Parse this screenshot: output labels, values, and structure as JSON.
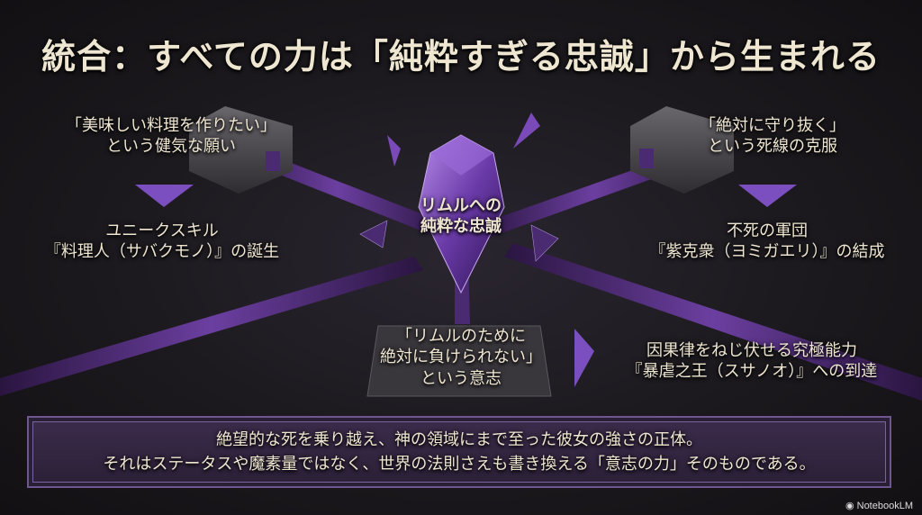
{
  "title": "統合：すべての力は「純粋すぎる忠誠」から生まれる",
  "center": {
    "line1": "リムルへの",
    "line2": "純粋な忠誠"
  },
  "left": {
    "cause_line1": "「美味しい料理を作りたい」",
    "cause_line2": "という健気な願い",
    "result_line1": "ユニークスキル",
    "result_line2": "『料理人（サバクモノ）』の誕生"
  },
  "right": {
    "cause_line1": "「絶対に守り抜く」",
    "cause_line2": "という死線の克服",
    "result_line1": "不死の軍団",
    "result_line2": "『紫克衆（ヨミガエリ）』の結成"
  },
  "bottom": {
    "cause_line1": "「リムルのために",
    "cause_line2": "絶対に負けられない」",
    "cause_line3": "という意志",
    "result_line1": "因果律をねじ伏せる究極能力",
    "result_line2": "『暴虐之王（スサノオ）』への到達"
  },
  "summary": {
    "line1": "絶望的な死を乗り越え、神の領域にまで至った彼女の強さの正体。",
    "line2": "それはステータスや魔素量ではなく、世界の法則さえも書き換える「意志の力」そのものである。"
  },
  "badge": "NotebookLM",
  "colors": {
    "accent": "#6b3fa0",
    "text": "#efe6d2",
    "background": "#1b191d"
  }
}
